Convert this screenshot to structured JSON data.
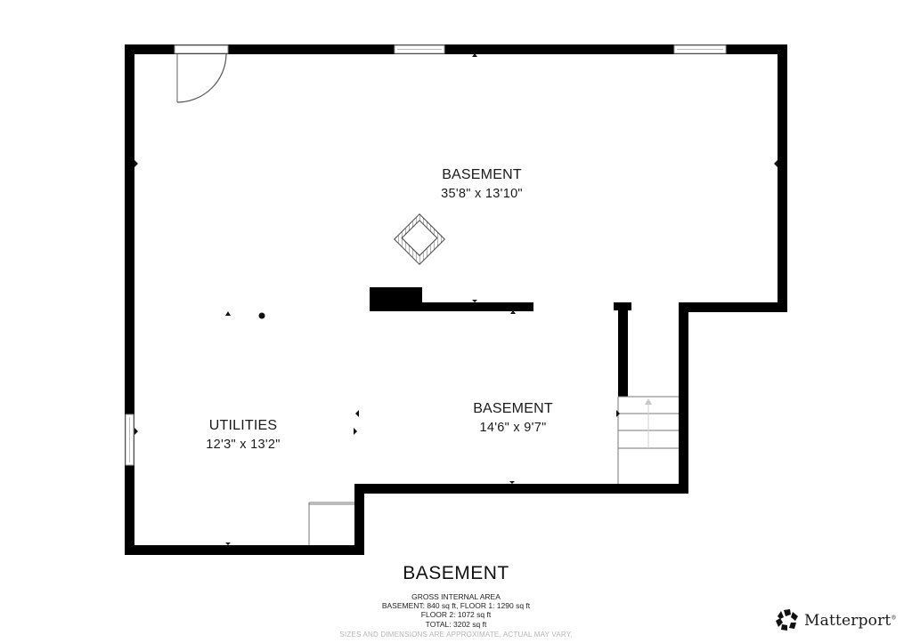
{
  "floorplan": {
    "floor_title": "BASEMENT",
    "rooms": [
      {
        "name": "BASEMENT",
        "dimensions": "35'8\" x 13'10\""
      },
      {
        "name": "UTILITIES",
        "dimensions": "12'3\" x 13'2\""
      },
      {
        "name": "BASEMENT",
        "dimensions": "14'6\" x 9'7\""
      }
    ],
    "area_summary": {
      "heading": "GROSS INTERNAL AREA",
      "line1": "BASEMENT: 840 sq ft, FLOOR 1: 1290 sq ft",
      "line2": "FLOOR 2: 1072 sq ft",
      "line3": "TOTAL: 3202 sq ft"
    },
    "disclaimer": "SIZES AND DIMENSIONS ARE APPROXIMATE, ACTUAL MAY VARY.",
    "colors": {
      "wall": "#000000",
      "background": "#ffffff",
      "door_line": "#7a7a7a",
      "stair_arrow": "#c8c8c8"
    }
  },
  "branding": {
    "name": "Matterport",
    "mark": "®",
    "logo_icon": "matterport-logo-icon"
  }
}
